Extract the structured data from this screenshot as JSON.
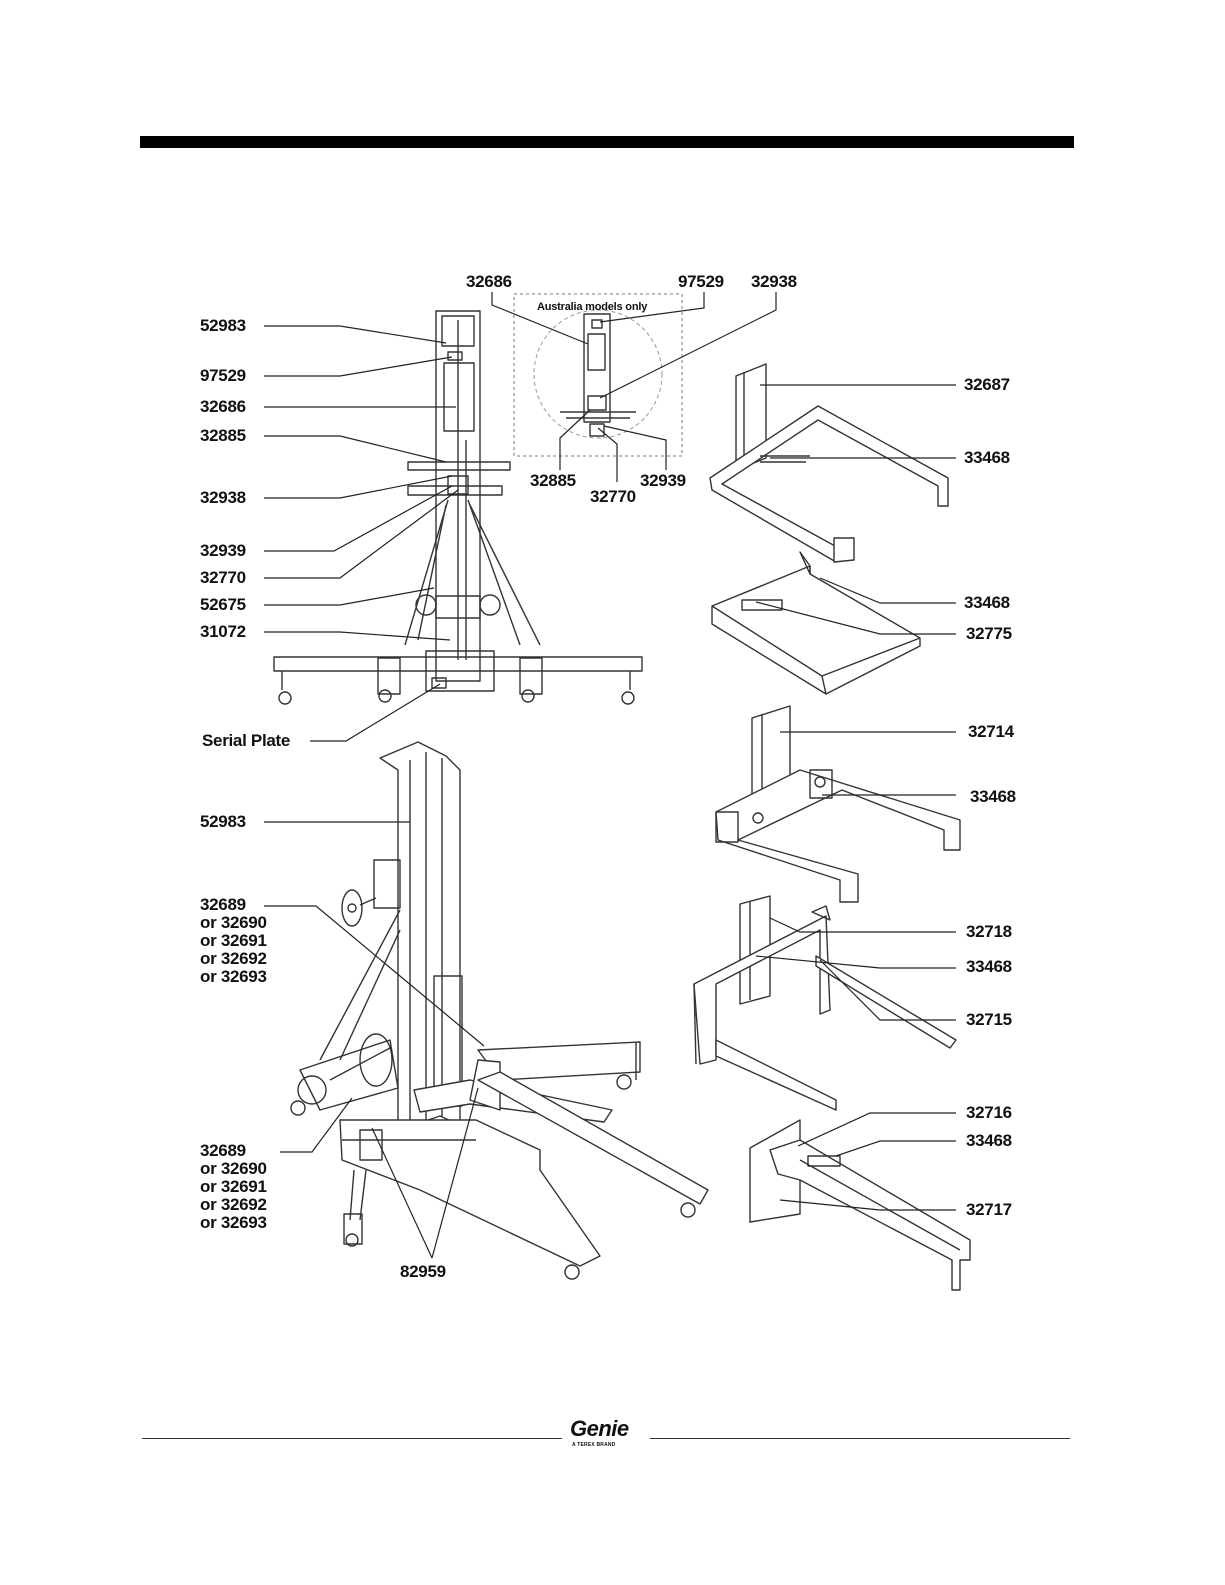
{
  "callouts": {
    "main_lift": {
      "c1": "52983",
      "c2": "97529",
      "c3": "32686",
      "c4": "32885",
      "c5": "32938",
      "c6": "32939",
      "c7": "32770",
      "c8": "52675",
      "c9": "31072",
      "serial_plate": "Serial Plate"
    },
    "inset": {
      "caption": "Australia models only",
      "top_left": "32686",
      "top_mid": "97529",
      "top_right": "32938",
      "bottom_left": "32885",
      "bottom_mid": "32770",
      "bottom_right": "32939"
    },
    "rear_lift": {
      "mast": "52983",
      "option_a": [
        "32689",
        "or 32690",
        "or 32691",
        "or 32692",
        "or 32693"
      ],
      "option_b": [
        "32689",
        "or 32690",
        "or 32691",
        "or 32692",
        "or 32693"
      ],
      "bottom": "82959"
    },
    "attachments": {
      "boom_forks": [
        "32687",
        "33468"
      ],
      "platform": [
        "33468",
        "32775"
      ],
      "fork_frame": [
        "32714",
        "33468"
      ],
      "load_forks": [
        "32718",
        "33468",
        "32715"
      ],
      "boom": [
        "32716",
        "33468",
        "32717"
      ]
    }
  },
  "footer": {
    "brand": "Genie",
    "brand_tagline": "A TEREX BRAND"
  }
}
